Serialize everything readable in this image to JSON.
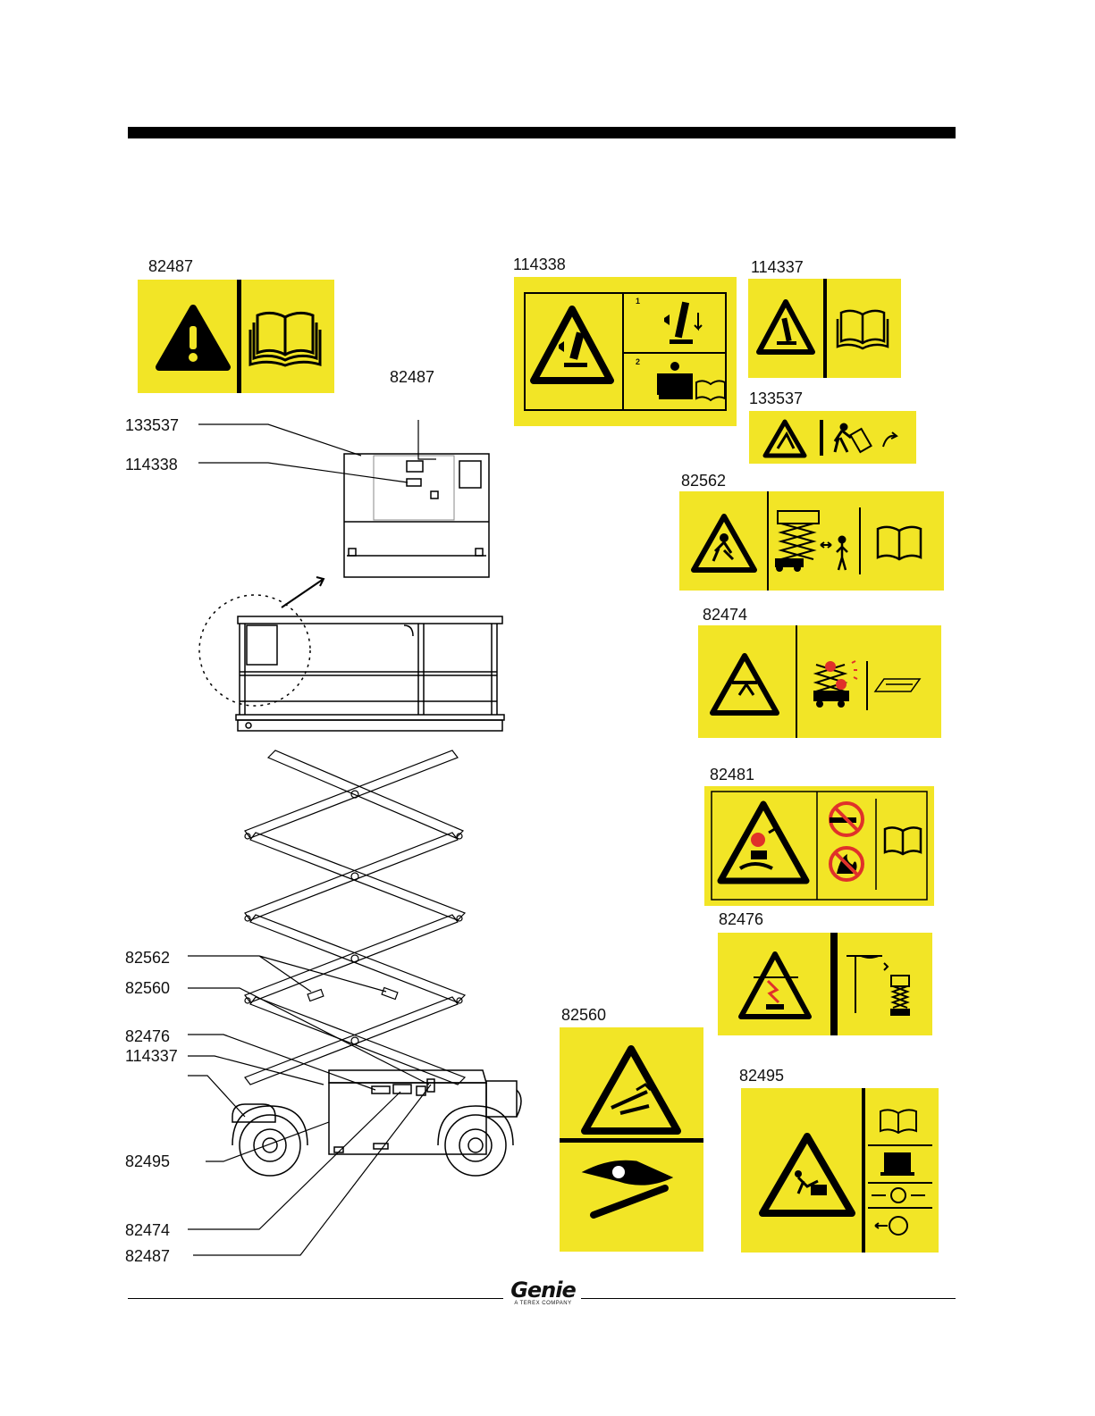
{
  "decals": {
    "d82487": "82487",
    "d114338": "114338",
    "d114337": "114337",
    "d133537": "133537",
    "d82562": "82562",
    "d82474": "82474",
    "d82481": "82481",
    "d82476": "82476",
    "d82560": "82560",
    "d82495": "82495",
    "d114338_steps": [
      "1",
      "2"
    ]
  },
  "callouts": {
    "top_82487": "82487",
    "c133537": "133537",
    "c114338": "114338",
    "c82562": "82562",
    "c82560": "82560",
    "c82476": "82476",
    "c114337": "114337",
    "c82495": "82495",
    "c82474": "82474",
    "c82487": "82487"
  },
  "colors": {
    "decal_yellow": "#f2e526",
    "decal_red": "#e0312a",
    "ink": "#000000"
  },
  "icons": [
    "warning-triangle-icon",
    "manual-book-icon",
    "tip-over-icon",
    "crush-hazard-icon",
    "explosion-hazard-icon",
    "no-smoking-icon",
    "no-flame-icon",
    "electrocution-icon",
    "pinch-hand-icon",
    "wheel-chock-icon"
  ],
  "footer": {
    "logo": "Genie",
    "tagline": "A TEREX COMPANY"
  }
}
